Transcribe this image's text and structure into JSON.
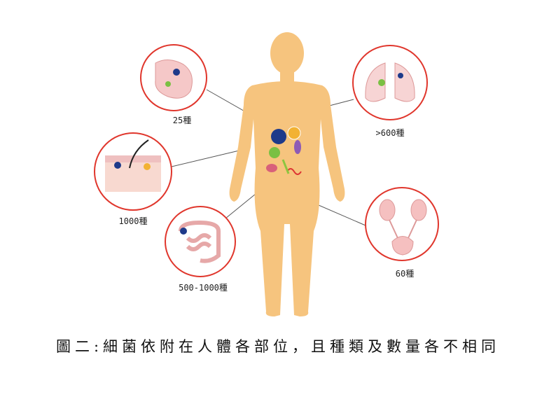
{
  "labels": {
    "stomach": "25種",
    "lungs": ">600種",
    "skin": "1000種",
    "intestines": "500-1000種",
    "urinary": "60種"
  },
  "caption": "圖二:細菌依附在人體各部位，且種類及數量各不相同",
  "colors": {
    "body": "#F6C47E",
    "circle_border": "#E0362C",
    "organ": "#F5C8C8",
    "line": "#555555"
  }
}
